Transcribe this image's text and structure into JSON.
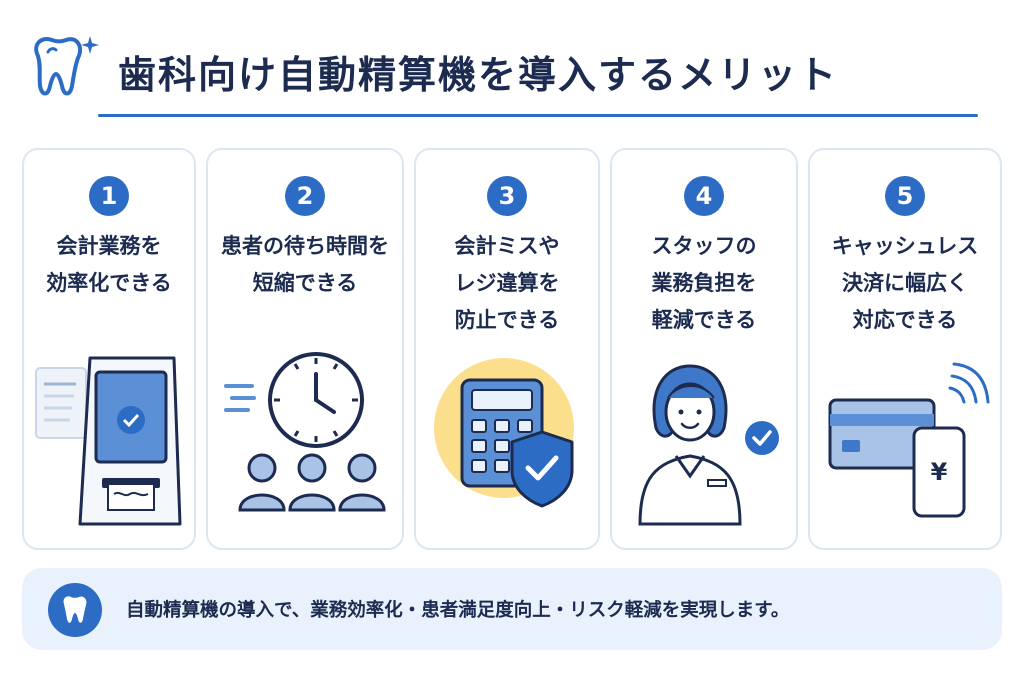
{
  "header": {
    "title": "歯科向け自動精算機を導入するメリット",
    "logo_icon": "tooth-sparkle-icon",
    "accent_color": "#2c6cc4"
  },
  "cards": [
    {
      "number": "1",
      "lines": [
        "会計業務を",
        "効率化できる"
      ],
      "icon": "payment-kiosk-icon"
    },
    {
      "number": "2",
      "lines": [
        "患者の待ち時間を",
        "短縮できる"
      ],
      "icon": "clock-with-waiting-people-icon"
    },
    {
      "number": "3",
      "lines": [
        "会計ミスや",
        "レジ違算を",
        "防止できる"
      ],
      "icon": "calculator-shield-check-icon"
    },
    {
      "number": "4",
      "lines": [
        "スタッフの",
        "業務負担を",
        "軽減できる"
      ],
      "icon": "staff-check-icon"
    },
    {
      "number": "5",
      "lines": [
        "キャッシュレス",
        "決済に幅広く",
        "対応できる"
      ],
      "icon": "card-smartphone-yen-icon"
    }
  ],
  "footer": {
    "text": "自動精算機の導入で、業務効率化・患者満足度向上・リスク軽減を実現します。",
    "icon": "tooth-icon",
    "background": "#e8f1fc"
  }
}
